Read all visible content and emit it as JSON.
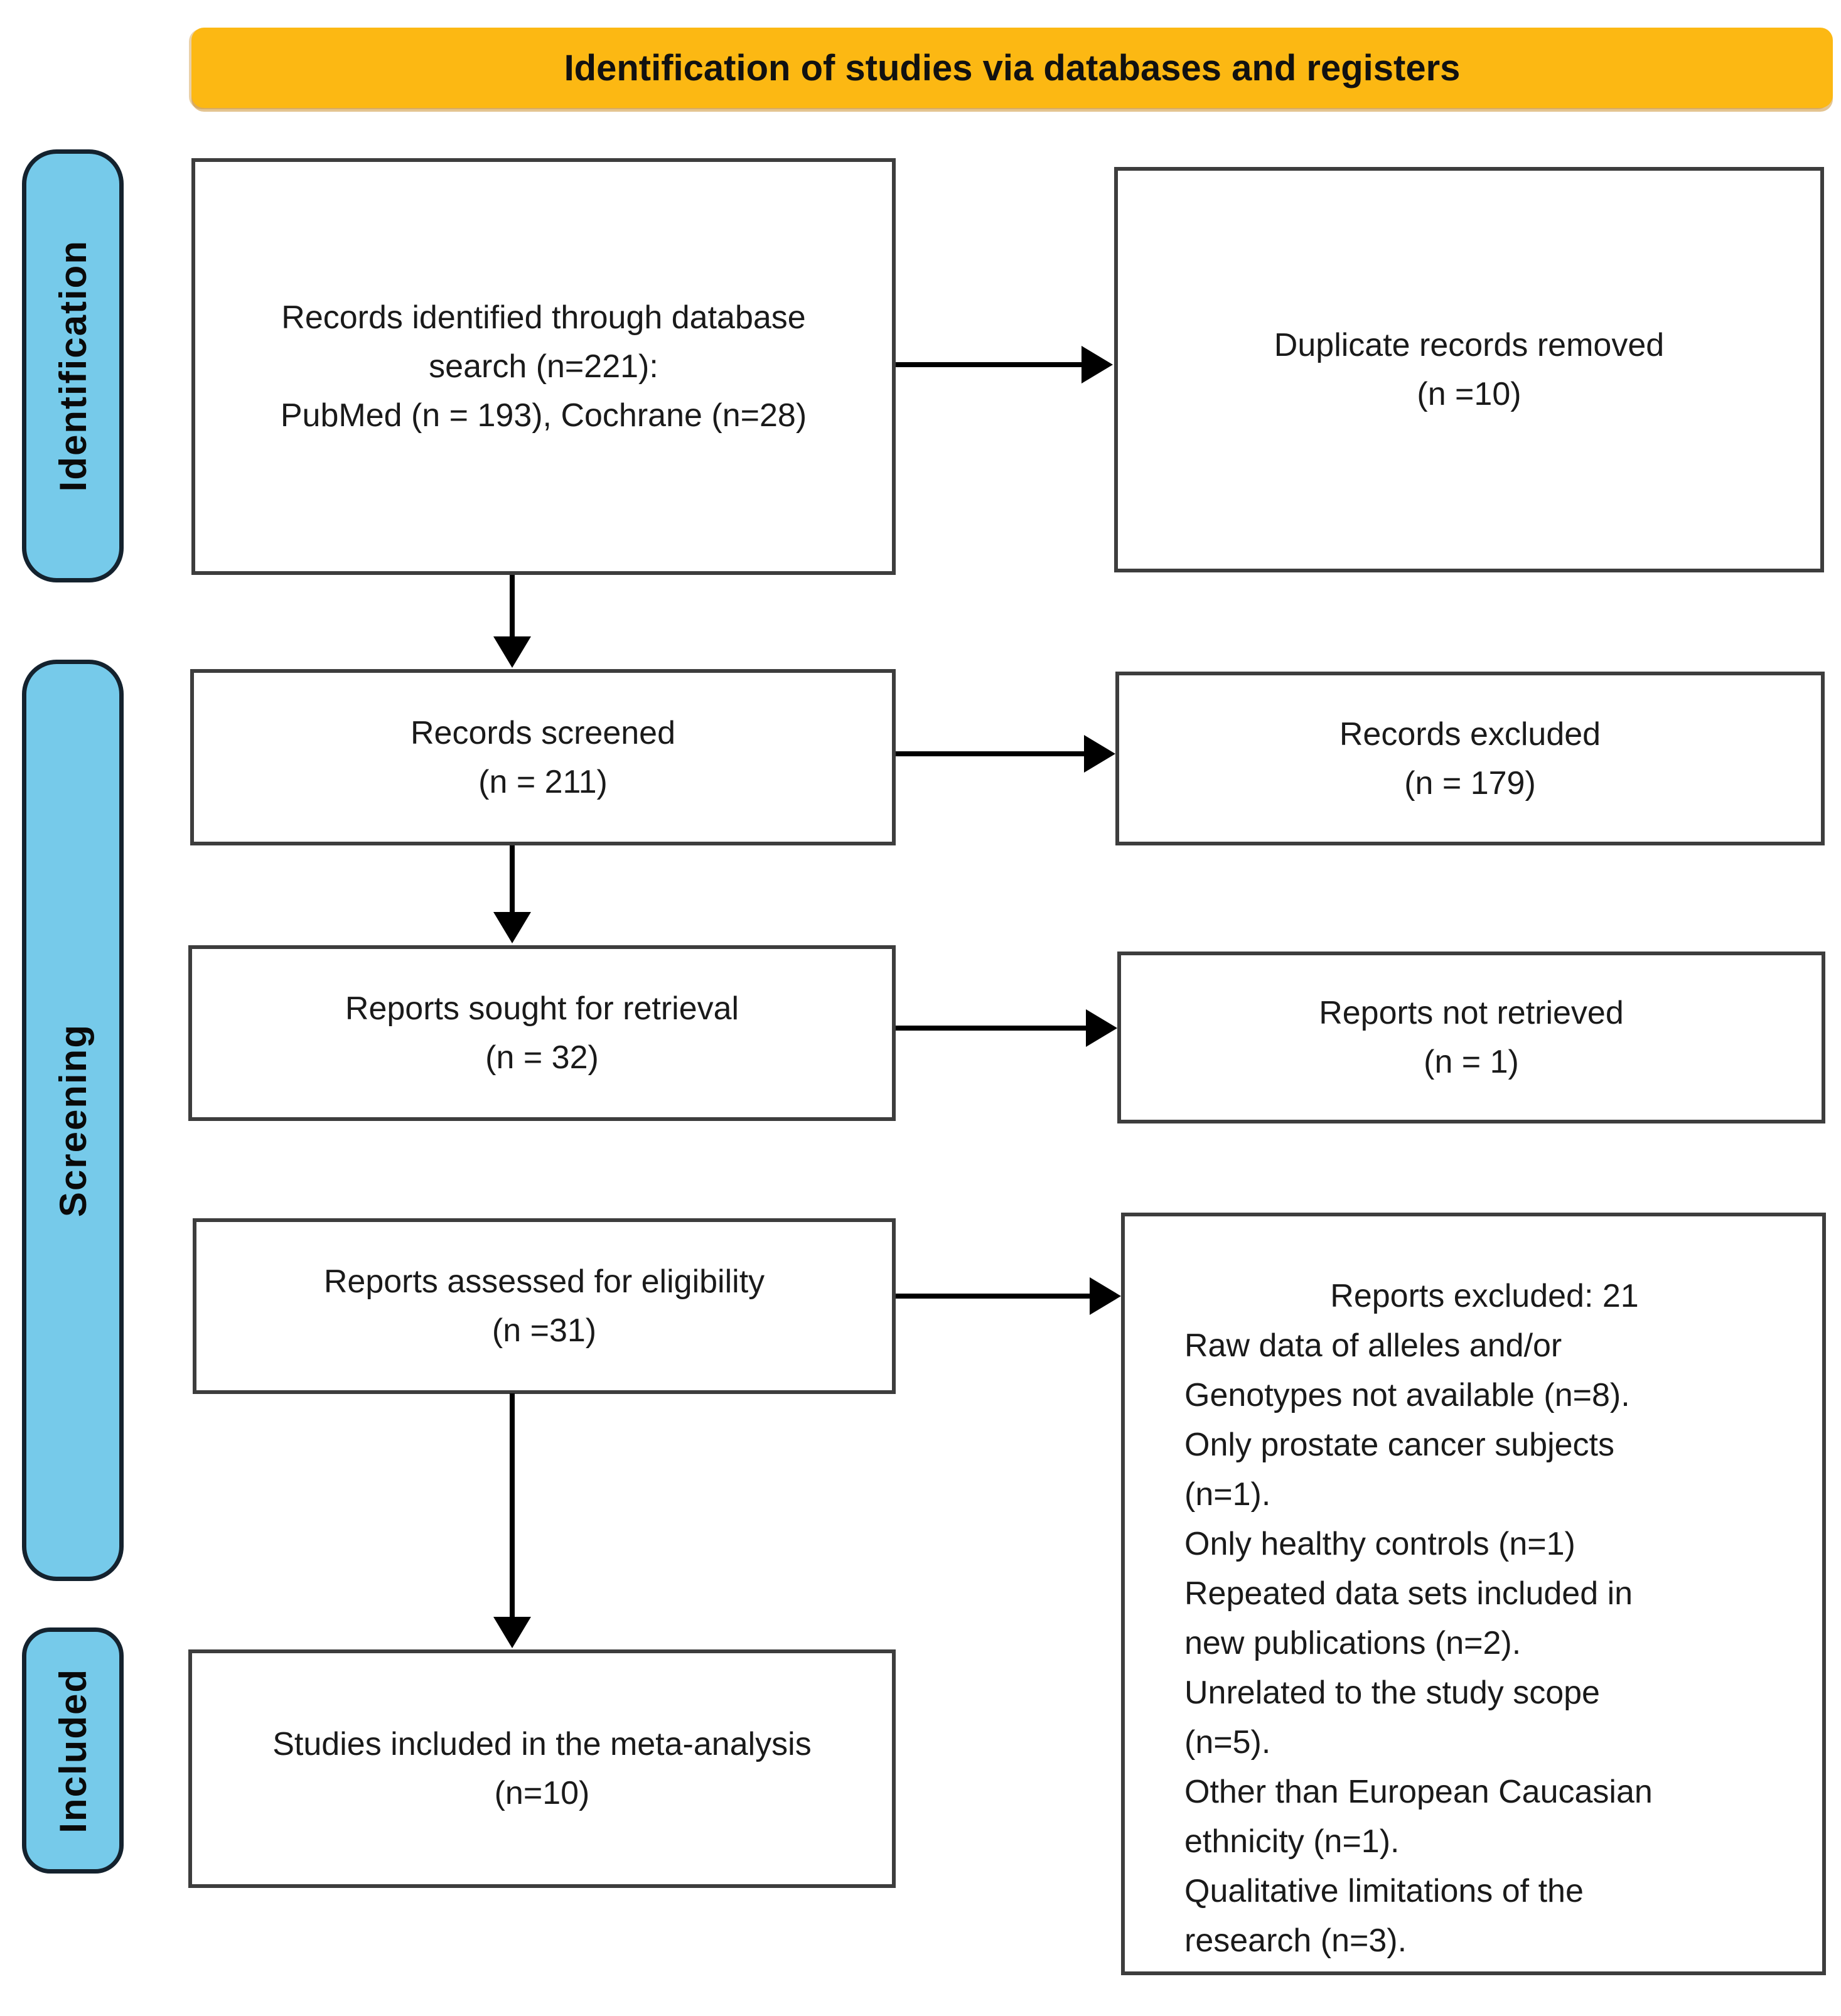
{
  "banner": {
    "title": "Identification of studies via databases and registers"
  },
  "stages": {
    "identification": "Identification",
    "screening": "Screening",
    "included": "Included"
  },
  "boxes": {
    "records_identified": {
      "text": "Records identified through database\nsearch (n=221):\nPubMed (n = 193), Cochrane (n=28)"
    },
    "duplicates_removed": {
      "text": "Duplicate records removed\n(n =10)"
    },
    "records_screened": {
      "text": "Records screened\n(n = 211)"
    },
    "records_excluded": {
      "text": "Records excluded\n(n = 179)"
    },
    "reports_sought": {
      "text": "Reports sought for retrieval\n(n = 32)"
    },
    "reports_not_retrieved": {
      "text": "Reports not retrieved\n(n = 1)"
    },
    "reports_assessed": {
      "text": "Reports assessed for eligibility\n(n =31)"
    },
    "reports_excluded_detail": {
      "title": "Reports excluded: 21",
      "reasons": "Raw data of alleles and/or\nGenotypes not available (n=8).\nOnly prostate cancer subjects\n(n=1).\nOnly healthy controls (n=1)\nRepeated data sets included in\nnew publications (n=2).\nUnrelated to the study scope\n(n=5).\nOther than European Caucasian\nethnicity (n=1).\nQualitative limitations of the\nresearch (n=3)."
    },
    "studies_included": {
      "text": "Studies included in the meta-analysis\n(n=10)"
    }
  },
  "colors": {
    "banner_fill": "#FCB813",
    "stage_fill": "#76CAEA",
    "stage_border": "#14222E",
    "box_border": "#3d3d3d",
    "arrow": "#000000",
    "background": "#ffffff",
    "text": "#1a1a1a"
  }
}
